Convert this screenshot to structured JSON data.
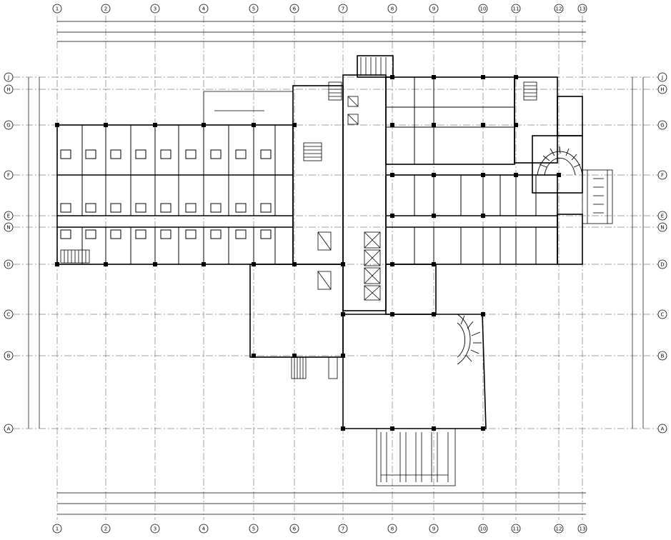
{
  "grid": {
    "columns": [
      "1",
      "2",
      "3",
      "4",
      "5",
      "6",
      "7",
      "8",
      "9",
      "10",
      "11",
      "12",
      "13"
    ],
    "rows": [
      "J",
      "H",
      "G",
      "F",
      "E",
      "N",
      "D",
      "C",
      "B",
      "A"
    ]
  },
  "colors": {
    "line": "#000000",
    "paper": "#ffffff",
    "axis": "#444444"
  }
}
